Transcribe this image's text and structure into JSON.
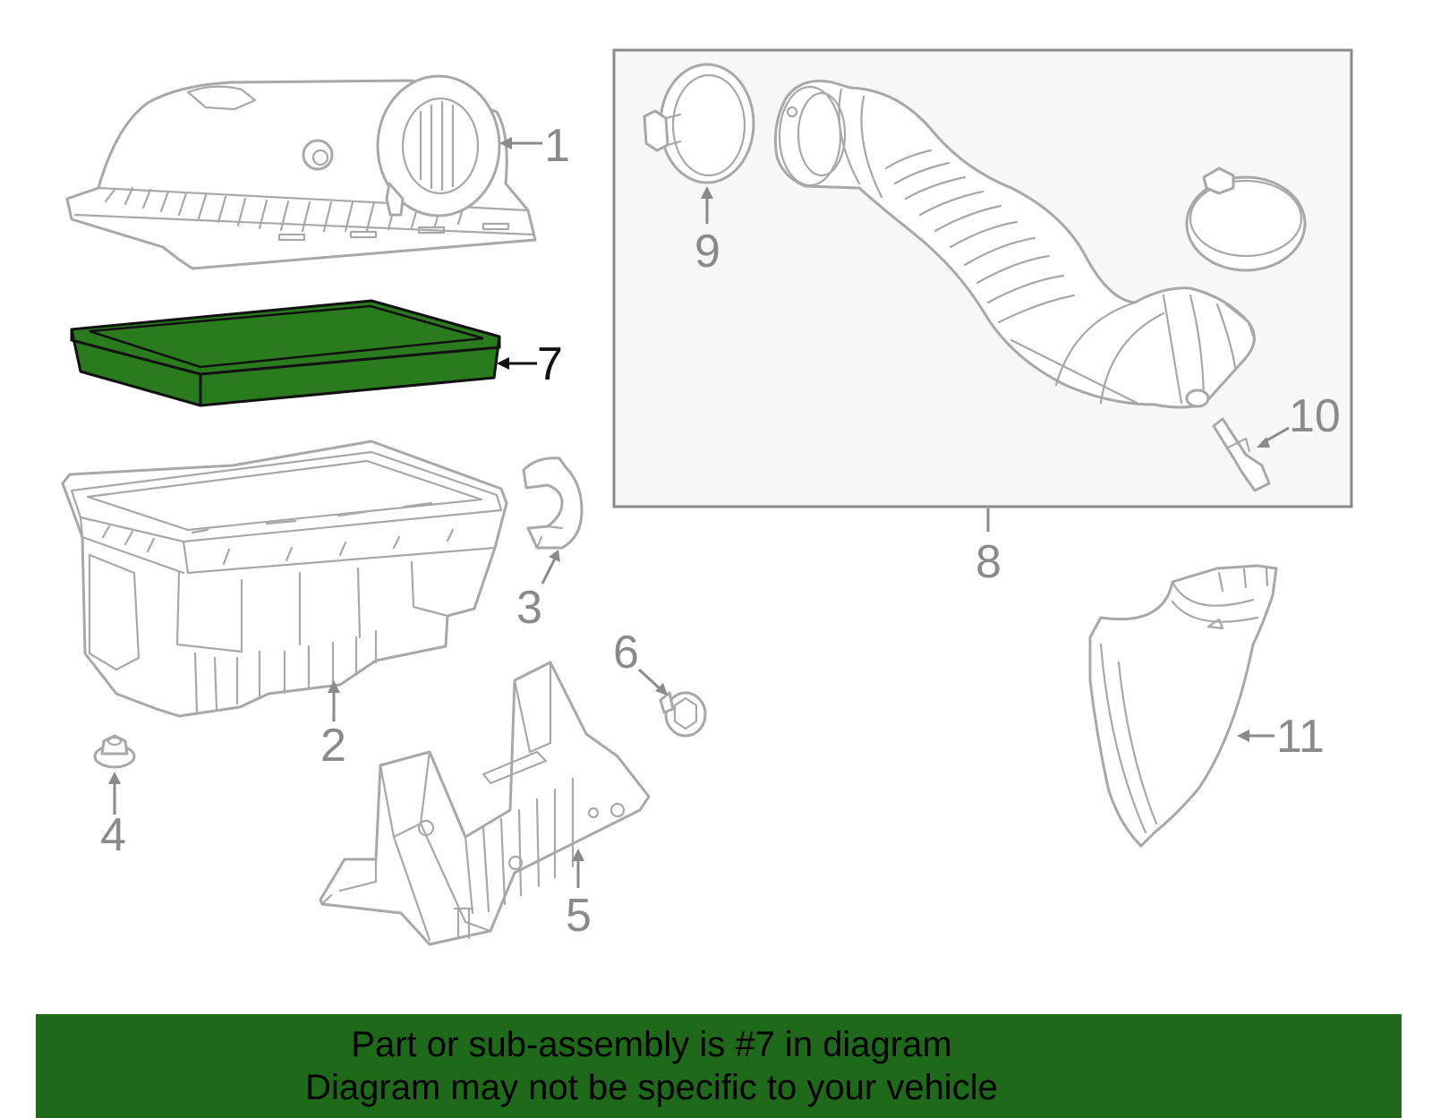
{
  "diagram": {
    "callouts": {
      "c1": "1",
      "c2": "2",
      "c3": "3",
      "c4": "4",
      "c5": "5",
      "c6": "6",
      "c7": "7",
      "c8": "8",
      "c9": "9",
      "c10": "10",
      "c11": "11"
    },
    "highlighted_part": "7",
    "highlight_color": "#2a7a1e",
    "line_color": "#a8a8a8"
  },
  "banner": {
    "line1": "Part or sub-assembly is #7 in diagram",
    "line2": "Diagram may not be specific to your vehicle",
    "background": "#1f6a1a"
  }
}
